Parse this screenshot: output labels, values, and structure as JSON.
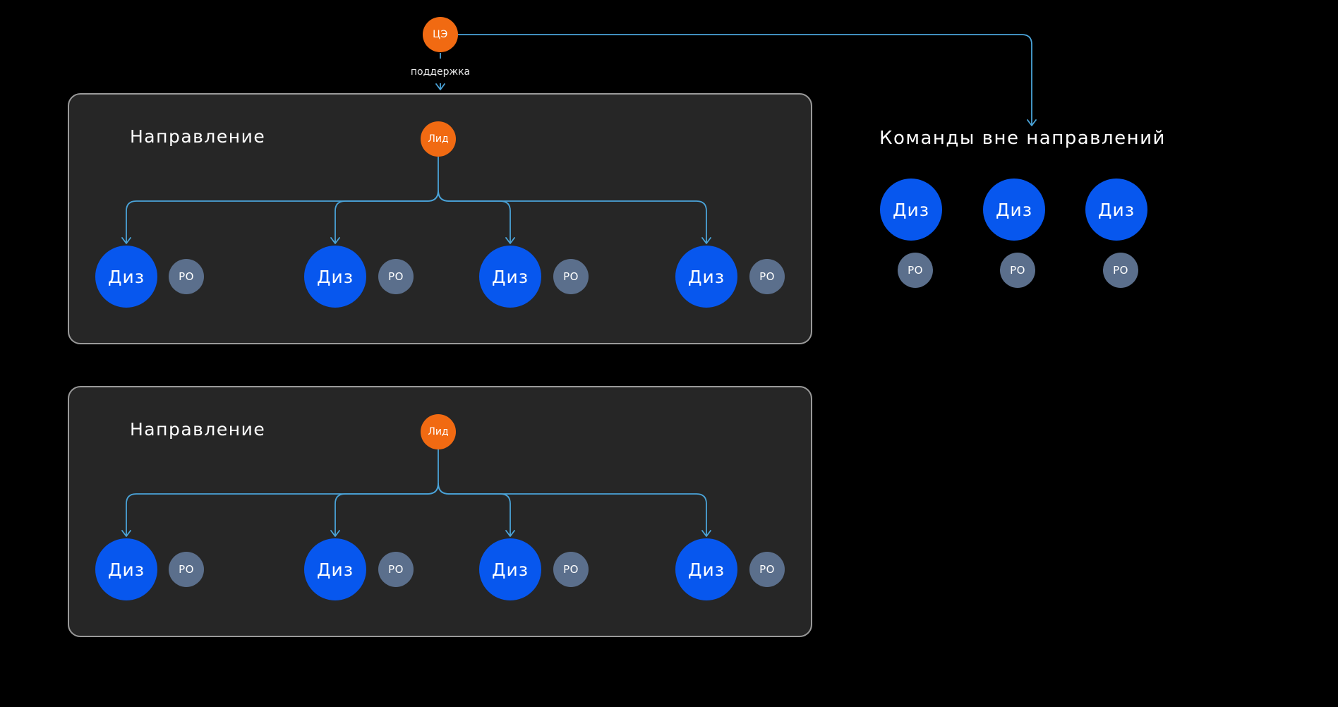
{
  "colors": {
    "background": "#000000",
    "panel_fill": "#262626",
    "panel_border": "#9a9a9a",
    "designer_node": "#0757ee",
    "ro_node": "#5b6f8c",
    "lead_node": "#f16a12",
    "connector": "#4aa3d8"
  },
  "top_node": {
    "label": "ЦЭ"
  },
  "support_label": "поддержка",
  "directions": [
    {
      "title": "Направление",
      "lead_label": "Лид",
      "teams": [
        {
          "designer_label": "Диз",
          "ro_label": "РО"
        },
        {
          "designer_label": "Диз",
          "ro_label": "РО"
        },
        {
          "designer_label": "Диз",
          "ro_label": "РО"
        },
        {
          "designer_label": "Диз",
          "ro_label": "РО"
        }
      ]
    },
    {
      "title": "Направление",
      "lead_label": "Лид",
      "teams": [
        {
          "designer_label": "Диз",
          "ro_label": "РО"
        },
        {
          "designer_label": "Диз",
          "ro_label": "РО"
        },
        {
          "designer_label": "Диз",
          "ro_label": "РО"
        },
        {
          "designer_label": "Диз",
          "ro_label": "РО"
        }
      ]
    }
  ],
  "outside": {
    "title": "Команды вне направлений",
    "teams": [
      {
        "designer_label": "Диз",
        "ro_label": "РО"
      },
      {
        "designer_label": "Диз",
        "ro_label": "РО"
      },
      {
        "designer_label": "Диз",
        "ro_label": "РО"
      }
    ]
  }
}
